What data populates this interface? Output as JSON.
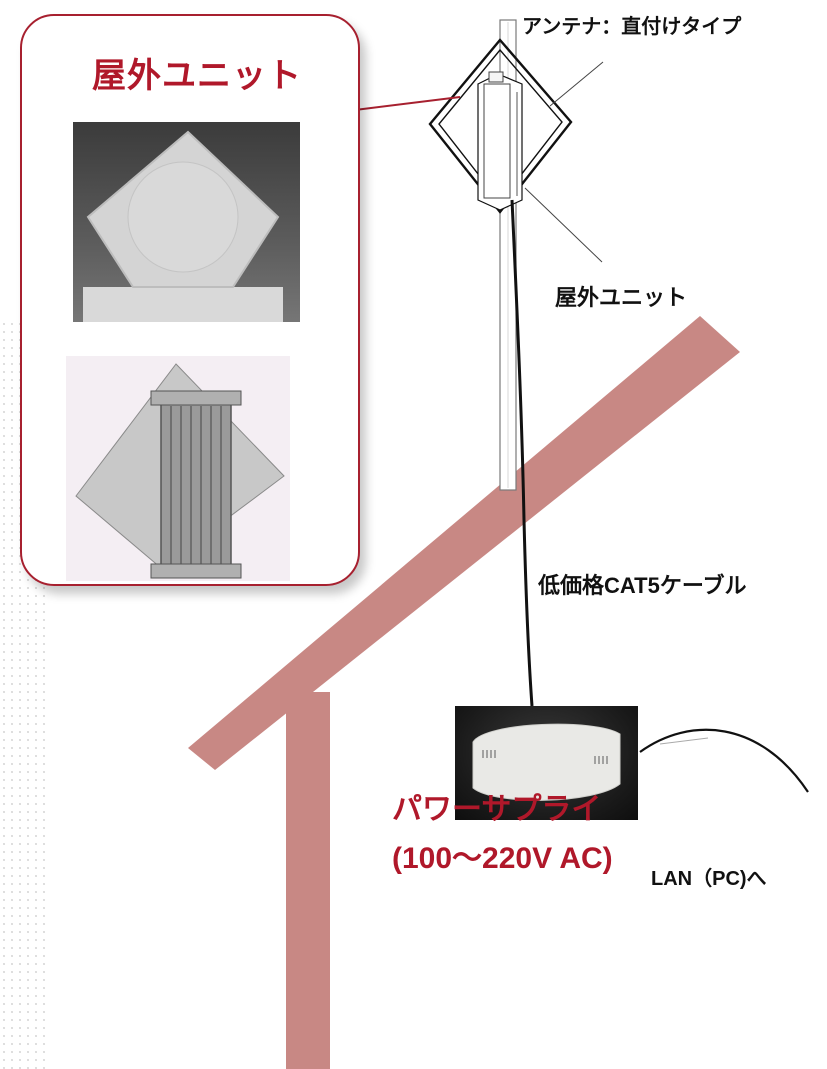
{
  "labels": {
    "antenna_type": "アンテナ：直付けタイプ",
    "outdoor_unit": "屋外ユニット",
    "callout_title": "屋外ユニット",
    "cable": "低価格CAT5ケーブル",
    "lan": "LAN（PC)へ",
    "power_supply": "パワーサプライ",
    "power_voltage": "(100〜220V AC)"
  },
  "colors": {
    "accent": "#b0182a",
    "roof": "#c88884",
    "text": "#111111"
  },
  "icons": {
    "antenna": "diamond-panel-antenna",
    "power_supply": "poe-injector-box"
  }
}
